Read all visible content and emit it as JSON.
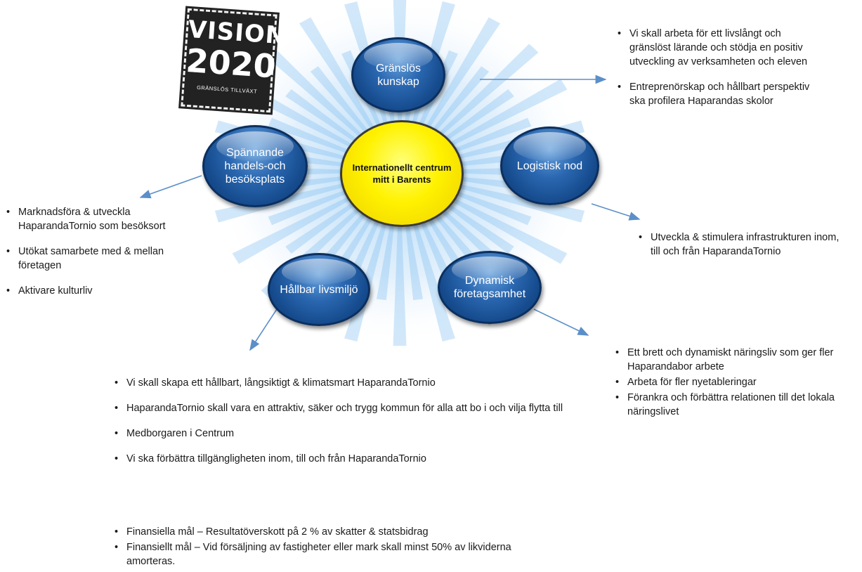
{
  "logo": {
    "line1": "VISION",
    "line2": "2020",
    "line3": "GRÄNSLÖS TILLVÄXT"
  },
  "center": {
    "label": "Internationellt centrum\nmitt i Barents"
  },
  "bubbles": {
    "top": "Gränslös\nkunskap",
    "left": "Spännande\nhandels-och\nbesöksplats",
    "right": "Logistisk nod",
    "bottom_left": "Hållbar livsmiljö",
    "bottom_right": "Dynamisk\nföretagsamhet"
  },
  "text_top_right": [
    "Vi skall arbeta för ett livslångt och gränslöst lärande och stödja en positiv utveckling av verksamheten och eleven",
    "Entreprenörskap och hållbart perspektiv ska profilera Haparandas skolor"
  ],
  "text_left": [
    "Marknadsföra & utveckla HaparandaTornio som besöksort",
    "Utökat samarbete med & mellan företagen",
    "Aktivare kulturliv"
  ],
  "text_right_mid": [
    "Utveckla & stimulera infrastrukturen inom, till och från HaparandaTornio"
  ],
  "text_bottom_right": [
    "Ett brett och dynamiskt näringsliv som ger fler Haparandabor arbete",
    "Arbeta för fler nyetableringar",
    "Förankra och förbättra relationen till det lokala näringslivet"
  ],
  "text_bottom_a": [
    "Vi skall skapa ett hållbart, långsiktigt & klimatsmart HaparandaTornio",
    "HaparandaTornio skall vara en attraktiv, säker och trygg kommun för alla att bo i och vilja flytta till",
    "Medborgaren i Centrum",
    "Vi ska förbättra tillgängligheten inom, till och från HaparandaTornio"
  ],
  "text_bottom_b": [
    "Finansiella mål – Resultatöverskott på 2 % av skatter & statsbidrag",
    "Finansiellt mål – Vid försäljning av fastigheter eller mark skall minst 50% av likviderna amorteras."
  ],
  "colors": {
    "bubble": "#1f5aa6",
    "center": "#fff200",
    "arrow": "#5b8fc9",
    "burst": "#cfe6f9"
  }
}
